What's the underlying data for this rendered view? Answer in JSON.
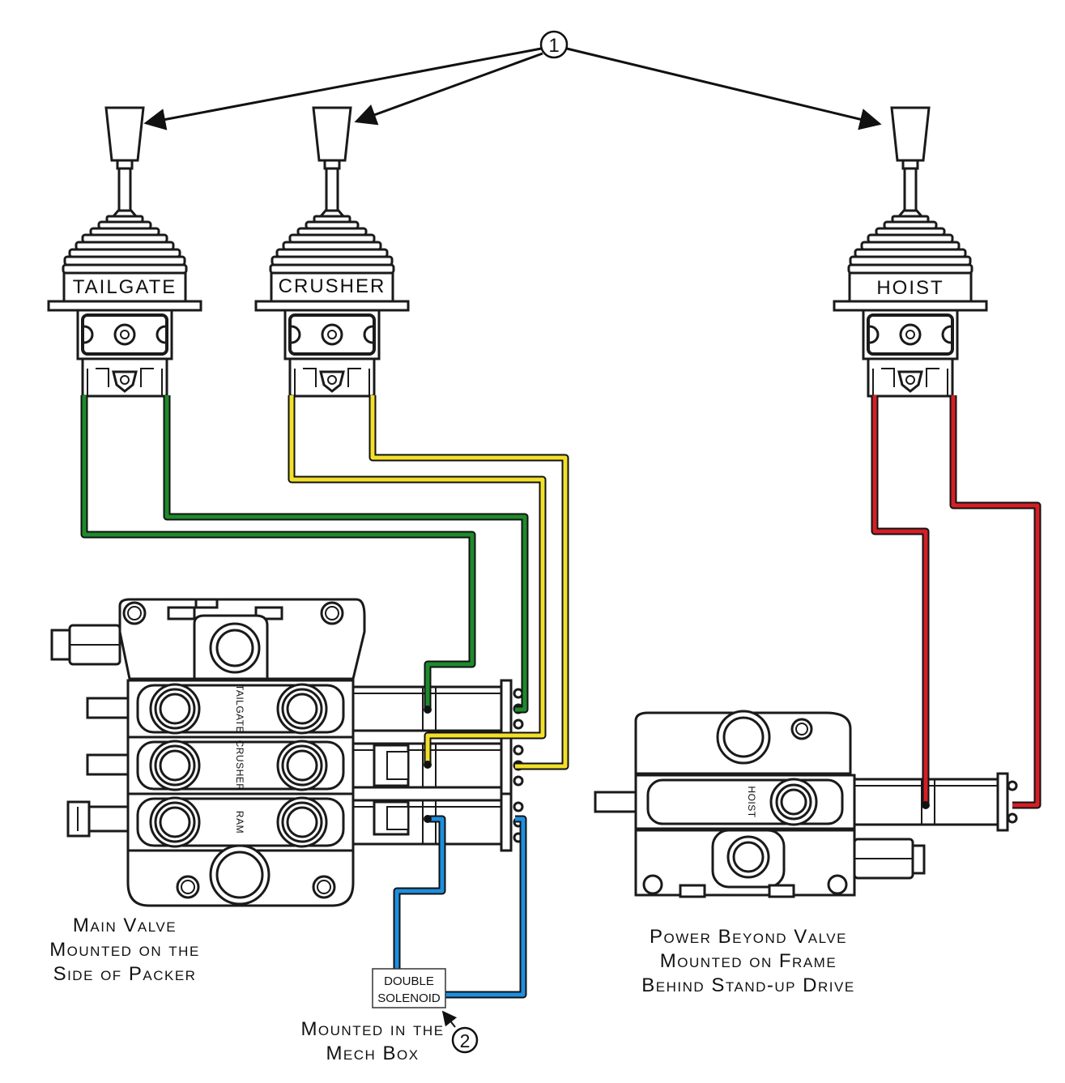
{
  "callouts": {
    "one": "1",
    "two": "2"
  },
  "joysticks": [
    {
      "id": "tailgate",
      "label": "TAILGATE",
      "hose_color": "#1e8a2c"
    },
    {
      "id": "crusher",
      "label": "CRUSHER",
      "hose_color": "#f2e02a"
    },
    {
      "id": "hoist",
      "label": "HOIST",
      "hose_color": "#d41f26"
    }
  ],
  "main_valve": {
    "sections": [
      "TAILGATE",
      "CRUSHER",
      "RAM"
    ],
    "caption": [
      "Main Valve",
      "Mounted on the",
      "Side of Packer"
    ]
  },
  "power_beyond_valve": {
    "section": "HOIST",
    "caption": [
      "Power Beyond Valve",
      "Mounted on Frame",
      "Behind Stand-up Drive"
    ]
  },
  "solenoid": {
    "label": [
      "DOUBLE",
      "SOLENOID"
    ],
    "hose_color": "#1d8fe0",
    "caption": [
      "Mounted in the",
      "Mech Box"
    ]
  }
}
